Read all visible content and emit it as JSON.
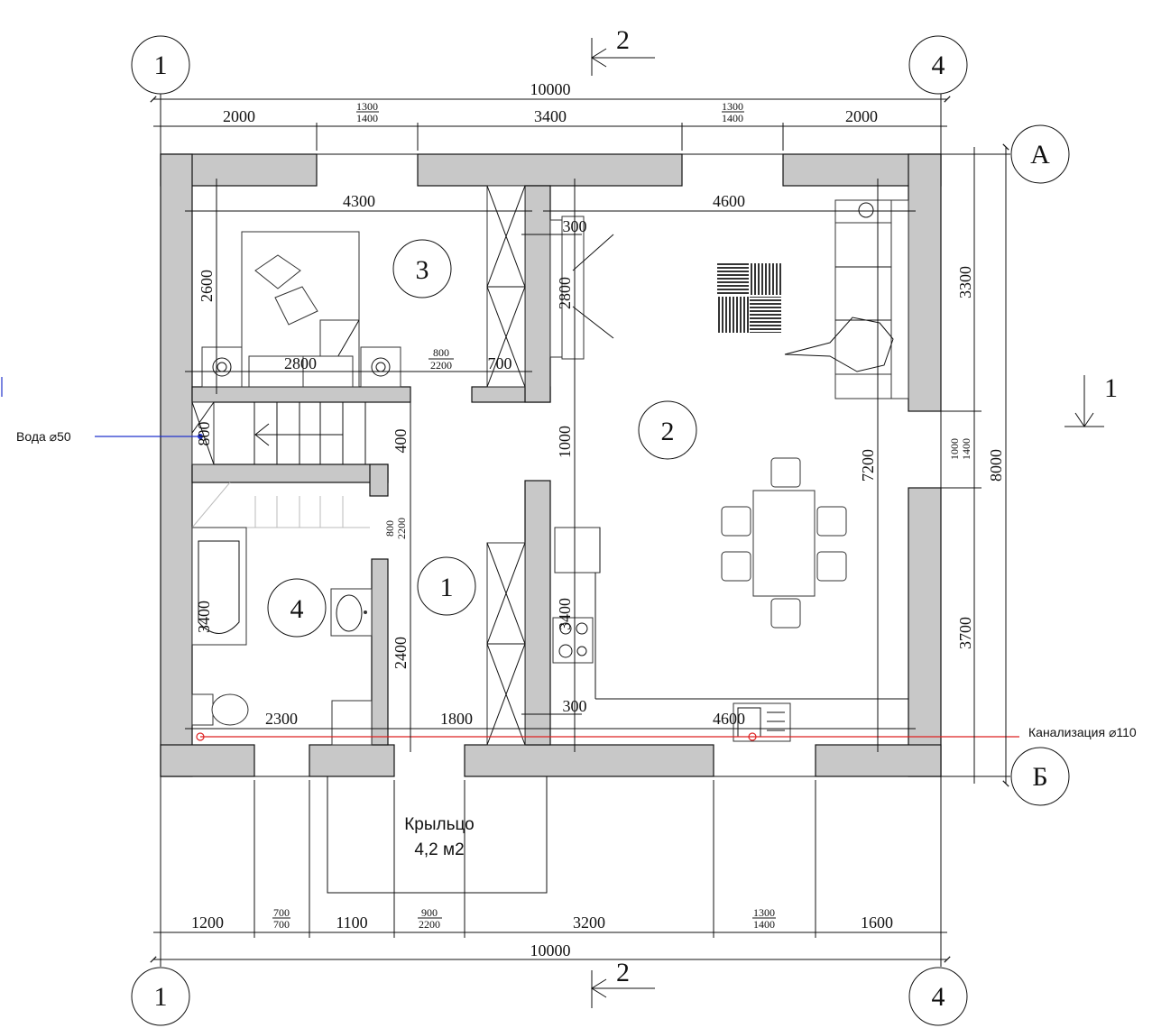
{
  "axes": {
    "top_left": "1",
    "top_right": "4",
    "bottom_left": "1",
    "bottom_right": "4",
    "row_top": "А",
    "row_bottom": "Б"
  },
  "sections": {
    "top": "2",
    "bottom": "2",
    "right": "1"
  },
  "dims_top": {
    "overall": "10000",
    "d1": "2000",
    "d2": "1300",
    "d2b": "1400",
    "d3": "3400",
    "d4": "1300",
    "d4b": "1400",
    "d5": "2000"
  },
  "dims_bottom": {
    "overall": "10000",
    "d1": "1200",
    "d2": "700",
    "d2b": "700",
    "d3": "1100",
    "d4": "900",
    "d4b": "2200",
    "d5": "3200",
    "d6": "1300",
    "d6b": "1400",
    "d7": "1600"
  },
  "dims_right": {
    "overall": "8000",
    "d1": "3300",
    "d2": "1000",
    "d2b": "1400",
    "d3": "3700"
  },
  "dims_inner": {
    "bed_w": "4300",
    "bed_h": "2600",
    "bed_bottom": "2800",
    "bed_door": "800",
    "bed_door_b": "2200",
    "bed_closet": "700",
    "liv_w": "4600",
    "liv_closet": "300",
    "liv_closet_h": "2800",
    "liv_h": "7200",
    "liv_gap": "1000",
    "stair": "800",
    "stair_h": "400",
    "hall_door": "800",
    "hall_door_b": "2200",
    "bath_h": "3400",
    "bath_w": "2300",
    "hall_h": "2400",
    "hall_w": "1800",
    "kit_h": "3400",
    "kit_closet": "300",
    "kit_w": "4600"
  },
  "rooms": {
    "r1": "1",
    "r2": "2",
    "r3": "3",
    "r4": "4"
  },
  "notes": {
    "water": "Вода ⌀50",
    "sewer": "Канализация ⌀110",
    "porch_1": "Крыльцо",
    "porch_2": "4,2 м2"
  }
}
